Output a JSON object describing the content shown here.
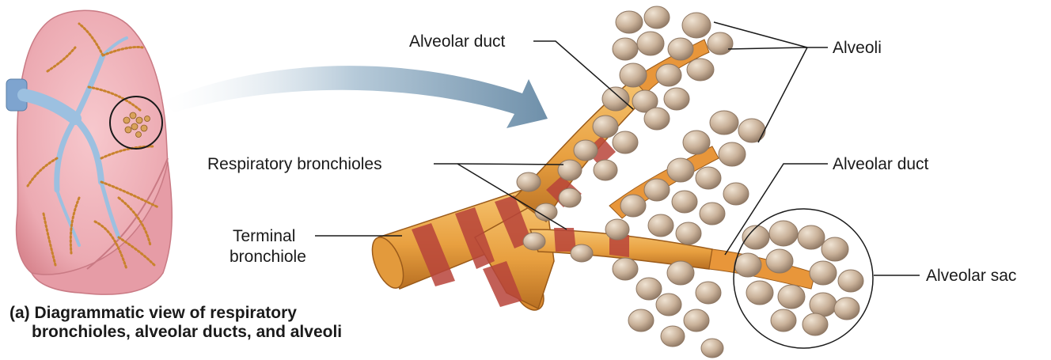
{
  "labels": {
    "alveolar_duct_top": "Alveolar duct",
    "alveoli": "Alveoli",
    "respiratory_bronchioles": "Respiratory bronchioles",
    "alveolar_duct_right": "Alveolar duct",
    "terminal_bronchiole_line1": "Terminal",
    "terminal_bronchiole_line2": "bronchiole",
    "alveolar_sac": "Alveolar sac"
  },
  "caption": {
    "line1": "(a) Diagrammatic view of respiratory",
    "line2": "bronchioles, alveolar ducts, and alveoli"
  },
  "colors": {
    "lung": "#ecaab2",
    "lung_edge": "#d98790",
    "airway_blue": "#9cc0e0",
    "arrow": "#7f9fb8",
    "tube_orange": "#e8a040",
    "tube_muscle": "#b8443a",
    "alveolus": "#c9b199",
    "alveolus_edge": "#8e7763",
    "leader_line": "#1a1a1a"
  }
}
